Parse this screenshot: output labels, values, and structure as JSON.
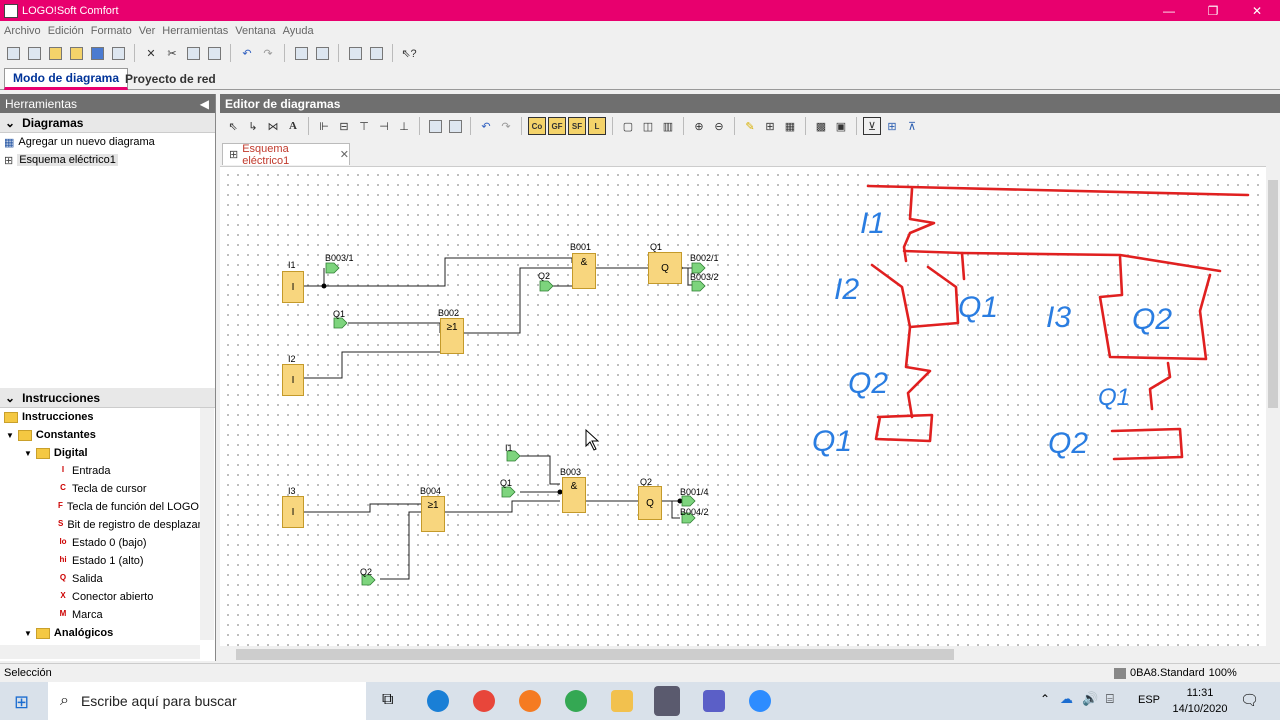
{
  "window": {
    "title": "LOGO!Soft Comfort"
  },
  "menu": [
    "Archivo",
    "Edición",
    "Formato",
    "Ver",
    "Herramientas",
    "Ventana",
    "Ayuda"
  ],
  "mode_tabs": [
    "Modo de diagrama",
    "Proyecto de red"
  ],
  "left": {
    "tools_title": "Herramientas",
    "diagrams_section": "Diagramas",
    "add_diagram": "Agregar un nuevo diagrama",
    "diagram_item": "Esquema eléctrico1",
    "instructions_section": "Instrucciones",
    "tree_root": "Instrucciones",
    "constants": "Constantes",
    "digital": "Digital",
    "digital_items": [
      {
        "icon": "I",
        "label": "Entrada"
      },
      {
        "icon": "C",
        "label": "Tecla de cursor"
      },
      {
        "icon": "F",
        "label": "Tecla de función del LOGO! T"
      },
      {
        "icon": "S",
        "label": "Bit de registro de desplazam"
      },
      {
        "icon": "lo",
        "label": "Estado 0 (bajo)"
      },
      {
        "icon": "hi",
        "label": "Estado 1 (alto)"
      },
      {
        "icon": "Q",
        "label": "Salida"
      },
      {
        "icon": "X",
        "label": "Conector abierto"
      },
      {
        "icon": "M",
        "label": "Marca"
      }
    ],
    "analog": "Analógicos"
  },
  "editor": {
    "title": "Editor de diagramas",
    "doc_tab": "Esquema eléctrico1"
  },
  "diagram": {
    "labels": {
      "i1": "I1",
      "i2": "I2",
      "i3": "I3",
      "b001": "B001",
      "b002": "B002",
      "b003": "B003",
      "b004": "B004",
      "q1_out": "Q1",
      "q2_out": "Q2",
      "con_b003_1": "B003/1",
      "con_q1_a": "Q1",
      "con_q2_a": "Q2",
      "con_b002_1": "B002/1",
      "con_b003_2": "B003/2",
      "con_i1_b": "I1",
      "con_q1_b": "Q1",
      "con_q2_b": "Q2",
      "con_b001_4": "B001/4",
      "con_b004_2": "B004/2"
    },
    "symbols": {
      "input": "I",
      "and": "&",
      "or": "≥1",
      "output": "Q"
    },
    "handwriting": [
      "I1",
      "I2",
      "Q1",
      "I3",
      "Q2",
      "Q2",
      "Q1",
      "Q1",
      "Q2"
    ]
  },
  "status": {
    "left": "Selección",
    "device": "0BA8.Standard",
    "zoom": "100%"
  },
  "taskbar": {
    "search_placeholder": "Escribe aquí para buscar",
    "lang": "ESP",
    "time": "11:31",
    "date": "14/10/2020"
  },
  "colors": {
    "brand": "#e8006e",
    "block": "#f8d67e",
    "connector": "#7dd47d",
    "handwriting_red": "#e02020",
    "handwriting_blue": "#2a7de1"
  }
}
